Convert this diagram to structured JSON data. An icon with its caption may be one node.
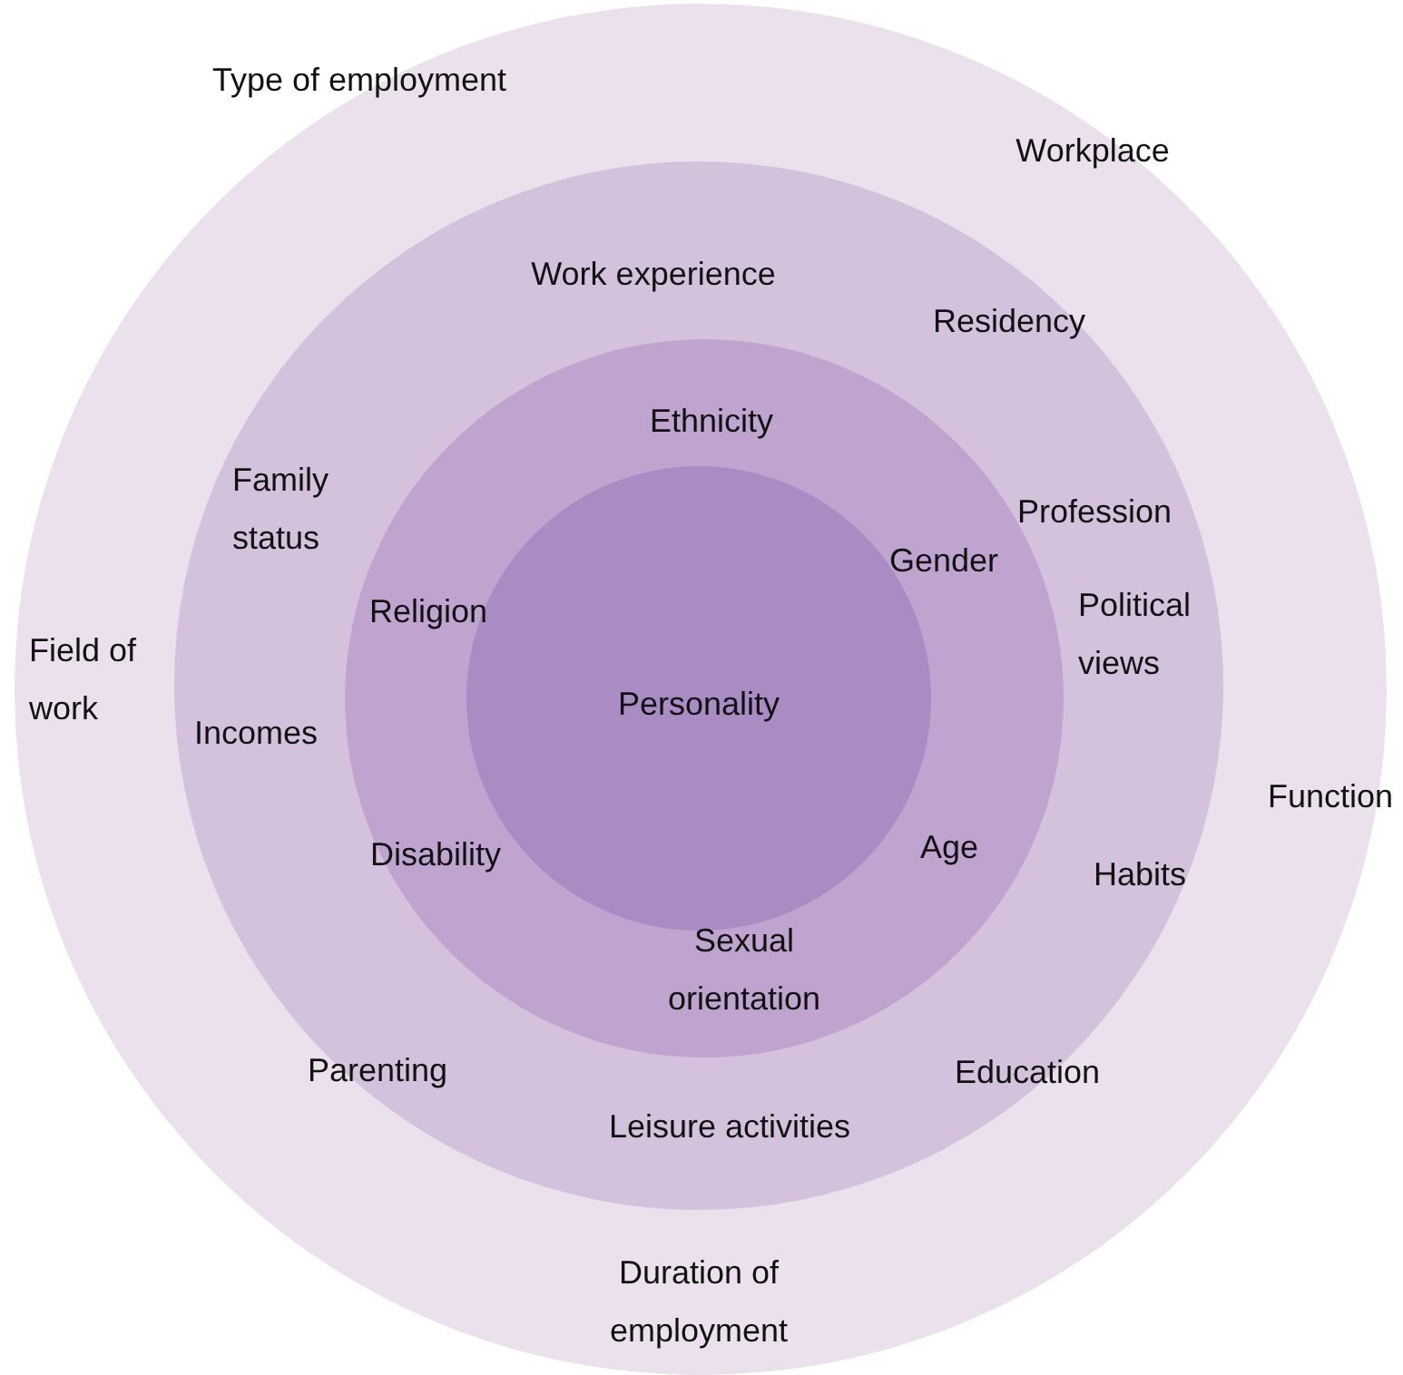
{
  "diagram": {
    "nodes": [
      {
        "text": [
          "Type of employment",
          "Workplace",
          "Field of work",
          "Function",
          "Duration of employment"
        ]
      },
      {
        "text": [
          "Work experience",
          "Residency",
          "Family status",
          "Profession",
          "Political views",
          "Incomes",
          "Habits",
          "Parenting",
          "Education",
          "Leisure activities"
        ],
        "in": 0
      },
      {
        "text": [
          "Ethnicity",
          "Gender",
          "Religion",
          "Disability",
          "Age",
          "Sexual orientation"
        ],
        "in": 1
      },
      {
        "text": [
          "Personality"
        ],
        "in": 2
      }
    ]
  }
}
